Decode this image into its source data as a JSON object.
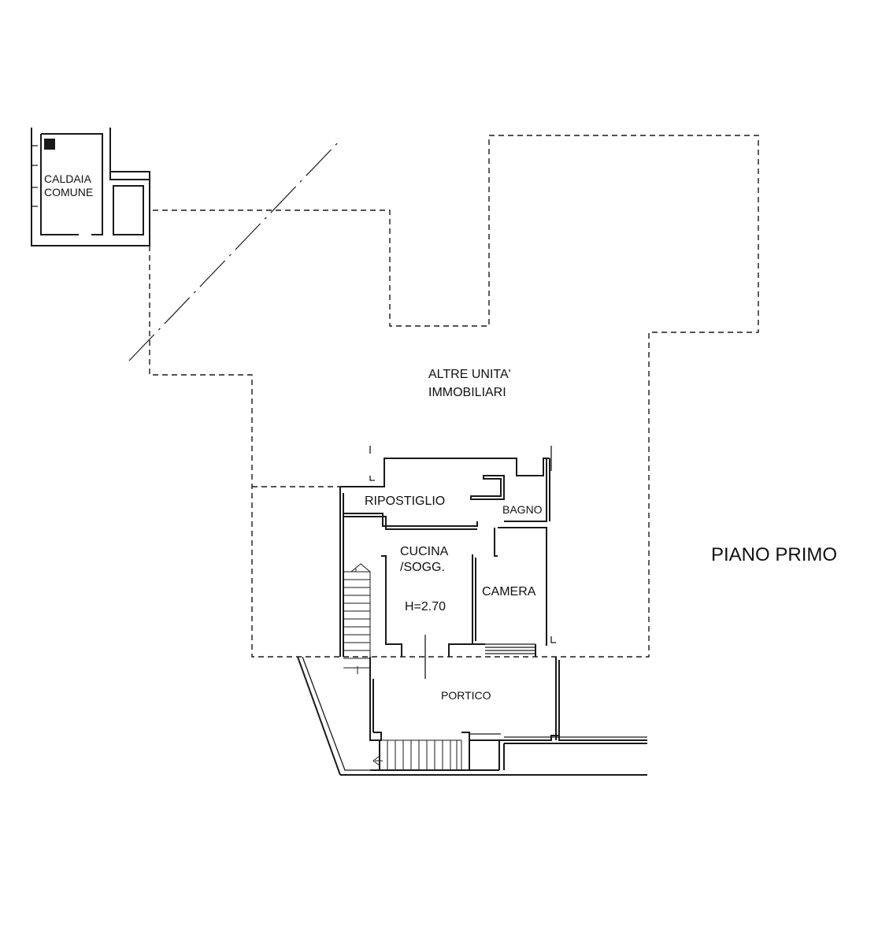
{
  "plan": {
    "title": "PIANO PRIMO",
    "neighbours": [
      "ALTRE UNITA'",
      "IMMOBILIARI"
    ],
    "boiler_room": [
      "CALDAIA",
      "COMUNE"
    ],
    "rooms": {
      "storage": "RIPOSTIGLIO",
      "bathroom": "BAGNO",
      "kitchen": [
        "CUCINA",
        "/SOGG."
      ],
      "height": "H=2.70",
      "bedroom": "CAMERA",
      "porch": "PORTICO"
    },
    "colors": {
      "line": "#1a1a1a",
      "background": "#ffffff"
    }
  }
}
